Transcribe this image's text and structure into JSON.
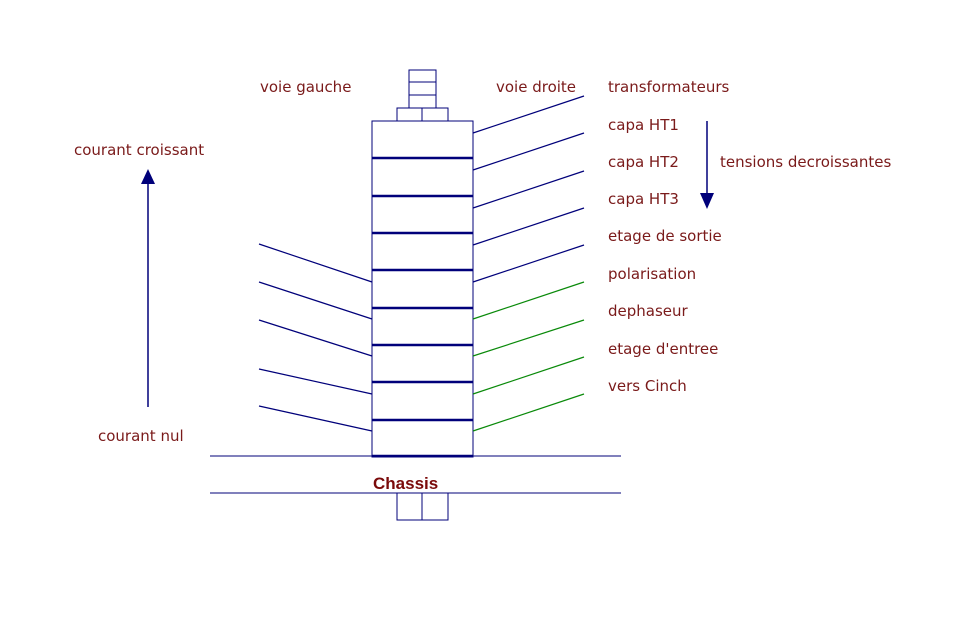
{
  "colors": {
    "text": "#7a1a1a",
    "structure": "#00007a",
    "green_leads": "#0a8a0a",
    "arrow": "#00007a"
  },
  "labels": {
    "voie_gauche": "voie gauche",
    "voie_droite": "voie droite",
    "courant_croissant": "courant croissant",
    "courant_nul": "courant nul",
    "tensions_decroissantes": "tensions decroissantes",
    "chassis": "Chassis"
  },
  "right_labels": [
    "transformateurs",
    "capa HT1",
    "capa HT2",
    "capa HT3",
    "etage de sortie",
    "polarisation",
    "dephaseur",
    "etage d'entree",
    "vers Cinch"
  ]
}
